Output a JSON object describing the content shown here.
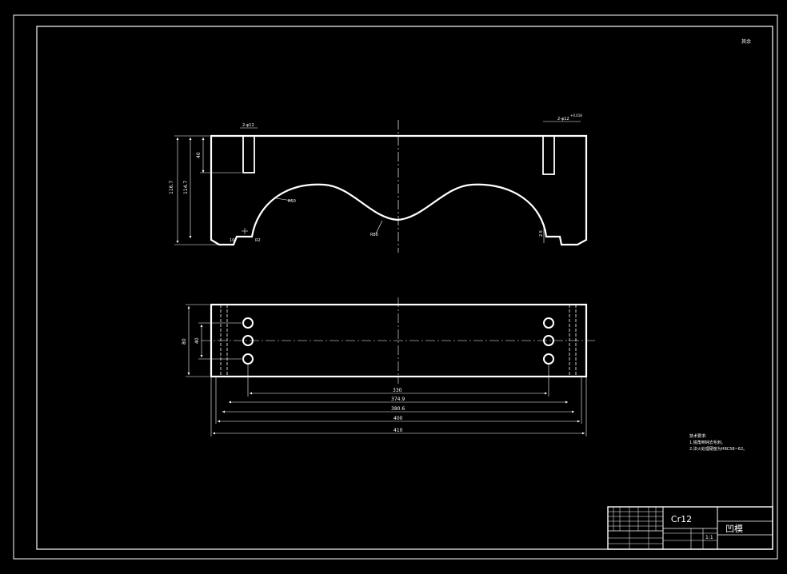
{
  "corner_note": "其余",
  "front_view": {
    "left_hole_label": "2-φ12",
    "right_hole_label": "2-φ12",
    "right_hole_tolerance": "+0.018",
    "dim_40": "40",
    "dim_116_7": "116.7",
    "dim_114_7": "114.7",
    "radius_left": "R50",
    "radius_center": "R80",
    "radius_small": "R2",
    "dim_chamfer": "10",
    "dim_depth_right": "2.5"
  },
  "top_view": {
    "dim_80": "80",
    "dim_40": "40",
    "dim_330": "330",
    "dim_374_9": "374.9",
    "dim_380_6": "380.6",
    "dim_400": "400",
    "dim_410": "410"
  },
  "tech_notes": {
    "title": "技术要求:",
    "line1": "1.锐角倒钝去毛刺。",
    "line2": "2.淬火处理硬度为HRC58~62。"
  },
  "title_block": {
    "material": "Cr12",
    "part_name": "凹模",
    "scale": "1:1"
  }
}
